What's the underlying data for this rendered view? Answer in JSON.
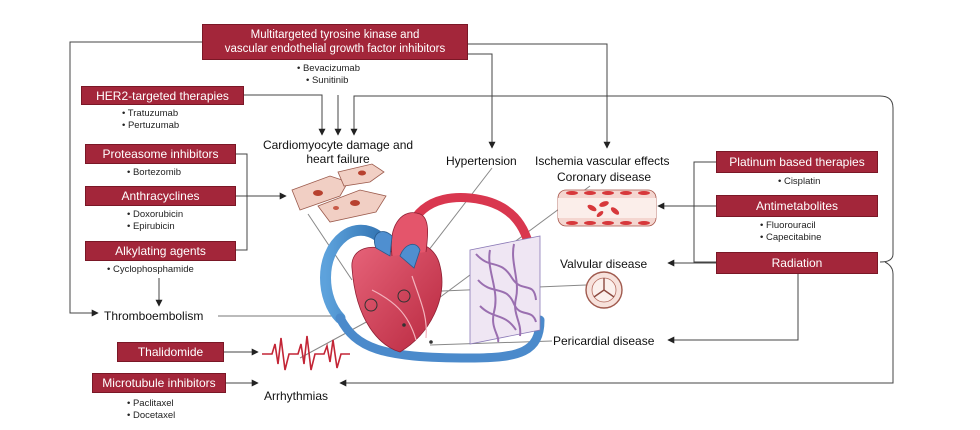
{
  "colors": {
    "box_fill": "#a3263a",
    "line": "#444444",
    "heart_red": "#d9374f",
    "vessel_blue": "#3f84c6",
    "vessel_purple": "#8a79b6"
  },
  "drug_classes": {
    "multitargeted": {
      "label_line1": "Multitargeted tyrosine kinase and",
      "label_line2": "vascular endothelial growth factor inhibitors",
      "examples": [
        "• Bevacizumab",
        "• Sunitinib"
      ]
    },
    "her2": {
      "label": "HER2-targeted therapies",
      "examples": [
        "• Tratuzumab",
        "• Pertuzumab"
      ]
    },
    "proteasome": {
      "label": "Proteasome inhibitors",
      "examples": [
        "• Bortezomib"
      ]
    },
    "anthracyclines": {
      "label": "Anthracyclines",
      "examples": [
        "• Doxorubicin",
        "• Epirubicin"
      ]
    },
    "alkylating": {
      "label": "Alkylating agents",
      "examples": [
        "• Cyclophosphamide"
      ]
    },
    "thalidomide": {
      "label": "Thalidomide"
    },
    "microtubule": {
      "label": "Microtubule inhibitors",
      "examples": [
        "• Paclitaxel",
        "• Docetaxel"
      ]
    },
    "platinum": {
      "label": "Platinum based therapies",
      "examples": [
        "• Cisplatin"
      ]
    },
    "antimetabolites": {
      "label": "Antimetabolites",
      "examples": [
        "• Fluorouracil",
        "• Capecitabine"
      ]
    },
    "radiation": {
      "label": "Radiation"
    }
  },
  "effects": {
    "cardiomyocyte_line1": "Cardiomyocyte damage and",
    "cardiomyocyte_line2": "heart failure",
    "hypertension": "Hypertension",
    "ischemia_line1": "Ischemia vascular effects",
    "ischemia_line2": "Coronary disease",
    "valvular": "Valvular disease",
    "thromboembolism": "Thromboembolism",
    "pericardial": "Pericardial disease",
    "arrhythmias": "Arrhythmias"
  }
}
